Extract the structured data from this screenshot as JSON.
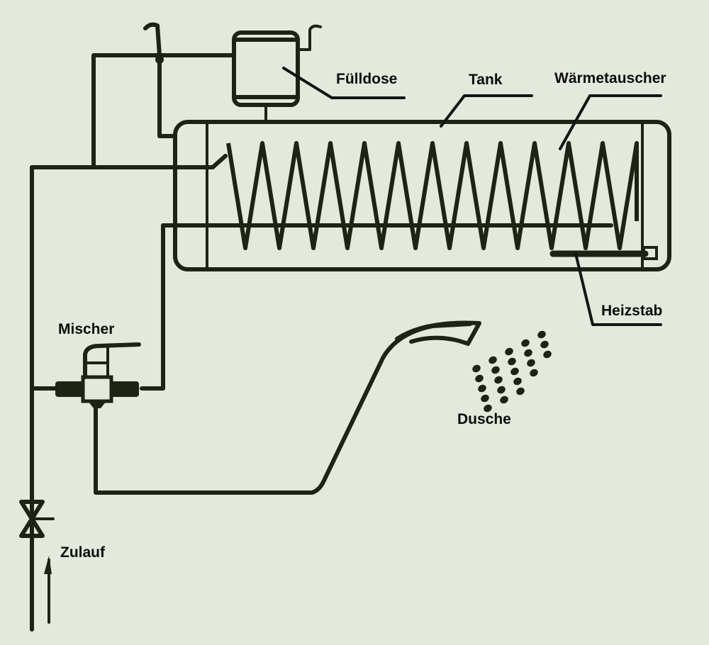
{
  "diagram": {
    "title": "",
    "colors": {
      "background": "#e3e9dc",
      "line": "#1e2414",
      "text": "#0c0c0c"
    },
    "labels": {
      "fuelldose": "Fülldose",
      "tank": "Tank",
      "waermetauscher": "Wärmetauscher",
      "heizstab": "Heizstab",
      "mischer": "Mischer",
      "dusche": "Dusche",
      "zulauf": "Zulauf"
    },
    "components": [
      {
        "id": "fuelldose",
        "label": "Fülldose",
        "type": "fill-vessel"
      },
      {
        "id": "tank",
        "label": "Tank",
        "type": "storage-tank"
      },
      {
        "id": "waermetauscher",
        "label": "Wärmetauscher",
        "type": "heat-exchanger-coil"
      },
      {
        "id": "heizstab",
        "label": "Heizstab",
        "type": "heating-rod"
      },
      {
        "id": "mischer",
        "label": "Mischer",
        "type": "mixing-valve"
      },
      {
        "id": "dusche",
        "label": "Dusche",
        "type": "shower-head"
      },
      {
        "id": "zulauf",
        "label": "Zulauf",
        "type": "inlet-valve"
      }
    ],
    "connections": [
      {
        "from": "zulauf",
        "to": "mischer"
      },
      {
        "from": "zulauf",
        "to": "waermetauscher"
      },
      {
        "from": "waermetauscher",
        "to": "fuelldose"
      },
      {
        "from": "fuelldose",
        "to": "tank"
      },
      {
        "from": "tank",
        "to": "mischer"
      },
      {
        "from": "mischer",
        "to": "dusche"
      }
    ]
  }
}
